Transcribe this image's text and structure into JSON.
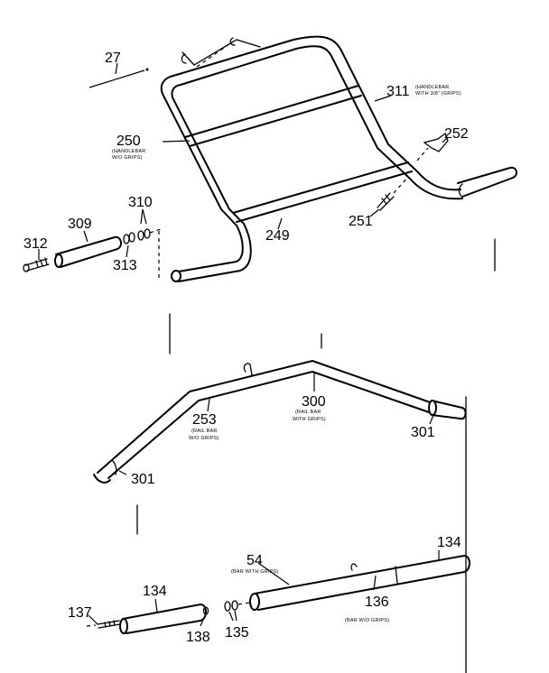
{
  "callouts": {
    "p27": "27",
    "p311": "311",
    "p311_desc1": "(HANDLEBAR",
    "p311_desc2": "WITH 3/8\" (GRIPS)",
    "p250": "250",
    "p250_desc1": "(HANDLEBAR",
    "p250_desc2": "W/O GRIPS)",
    "p252": "252",
    "p310": "310",
    "p309": "309",
    "p312": "312",
    "p313": "313",
    "p251": "251",
    "p249": "249",
    "p300": "300",
    "p300_desc1": "(RAIL BAR",
    "p300_desc2": "WITH GRIPS)",
    "p253": "253",
    "p253_desc1": "(RAIL BAR",
    "p253_desc2": "W/O GRIPS)",
    "p301a": "301",
    "p301b": "301",
    "p134a": "134",
    "p134b": "134",
    "p54": "54",
    "p54_desc": "(BAR WITH GRIPS)",
    "p136": "136",
    "p136_desc": "(BAR W/O GRIPS)",
    "p137": "137",
    "p138": "138",
    "p135": "135"
  }
}
